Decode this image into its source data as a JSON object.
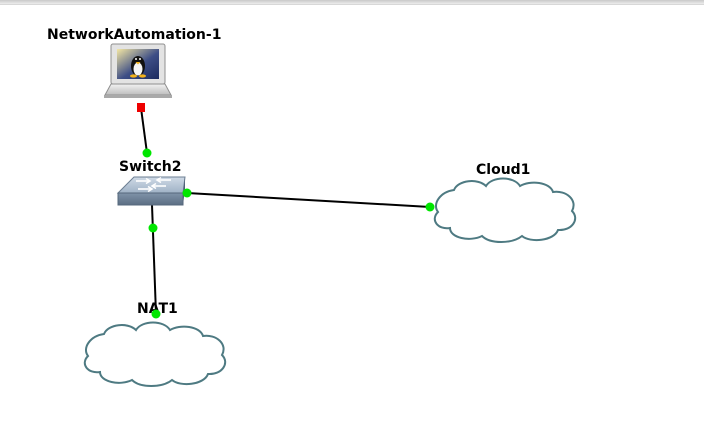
{
  "topology": {
    "nodes": [
      {
        "id": "pc",
        "label": "NetworkAutomation-1",
        "icon": "linux-laptop-icon"
      },
      {
        "id": "switch",
        "label": "Switch2",
        "icon": "ethernet-switch-icon"
      },
      {
        "id": "cloud1",
        "label": "Cloud1",
        "icon": "cloud-icon"
      },
      {
        "id": "nat1",
        "label": "NAT1",
        "icon": "cloud-icon"
      }
    ],
    "links": [
      {
        "from": "NetworkAutomation-1",
        "to": "Switch2",
        "from_status": "stopped",
        "to_status": "started"
      },
      {
        "from": "Switch2",
        "to": "Cloud1",
        "from_status": "started",
        "to_status": "started"
      },
      {
        "from": "Switch2",
        "to": "NAT1",
        "from_status": "started",
        "to_status": "started"
      }
    ],
    "status_colors": {
      "started": "#00e600",
      "stopped": "#ee0000"
    }
  }
}
